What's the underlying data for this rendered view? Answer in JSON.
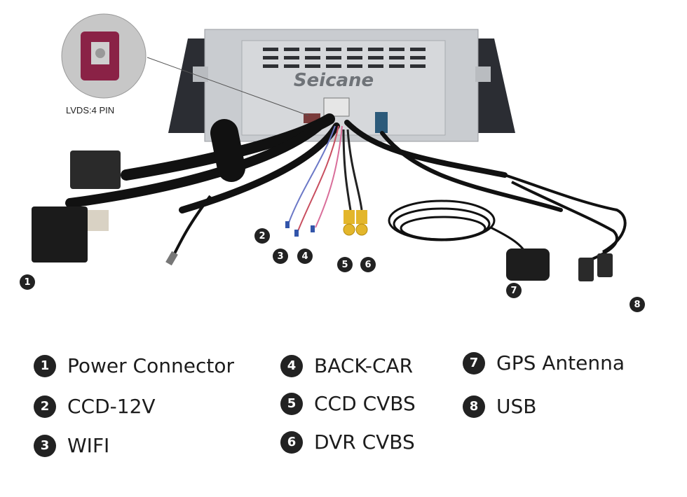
{
  "brand": "Seicane",
  "lvds_label": "LVDS:4 PIN",
  "callouts": [
    "1",
    "2",
    "3",
    "4",
    "5",
    "6",
    "7",
    "8"
  ],
  "legend": [
    {
      "num": "1",
      "label": "Power Connector"
    },
    {
      "num": "2",
      "label": "CCD-12V"
    },
    {
      "num": "3",
      "label": "WIFI"
    },
    {
      "num": "4",
      "label": "BACK-CAR"
    },
    {
      "num": "5",
      "label": "CCD CVBS"
    },
    {
      "num": "6",
      "label": "DVR CVBS"
    },
    {
      "num": "7",
      "label": "GPS Antenna"
    },
    {
      "num": "8",
      "label": "USB"
    }
  ]
}
